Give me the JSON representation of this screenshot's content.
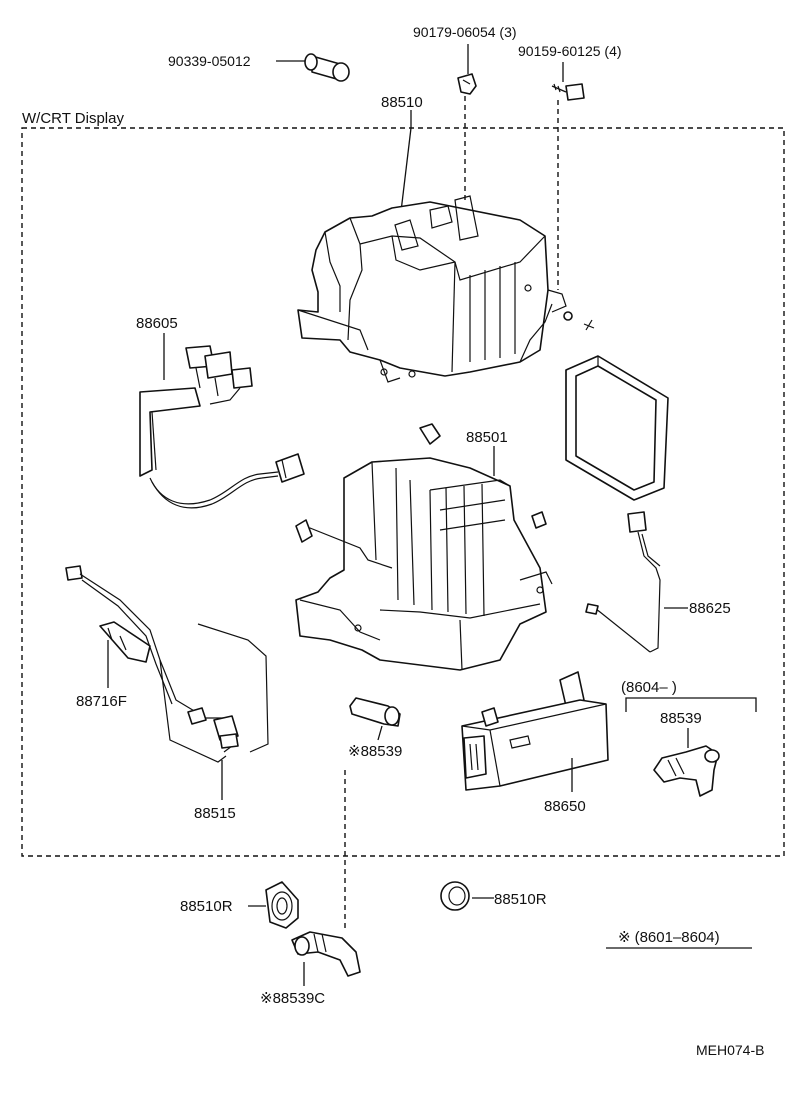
{
  "diagram": {
    "group_label": "W/CRT Display",
    "drawing_code": "MEH074-B",
    "footnote": {
      "marker": "※",
      "range": "(8601–8604)"
    },
    "bracket_label": "(8604–          )",
    "parts": [
      {
        "number": "90179-06054 (3)"
      },
      {
        "number": "90159-60125 (4)"
      },
      {
        "number": "90339-05012"
      },
      {
        "number": "88510"
      },
      {
        "number": "88605"
      },
      {
        "number": "88501"
      },
      {
        "number": "88625"
      },
      {
        "number": "88716F"
      },
      {
        "number": "88539",
        "marker": "※"
      },
      {
        "number": "88515"
      },
      {
        "number": "88650"
      },
      {
        "number": "88539"
      },
      {
        "number": "88510R"
      },
      {
        "number": "88510R"
      },
      {
        "number": "88539C",
        "marker": "※"
      }
    ]
  }
}
